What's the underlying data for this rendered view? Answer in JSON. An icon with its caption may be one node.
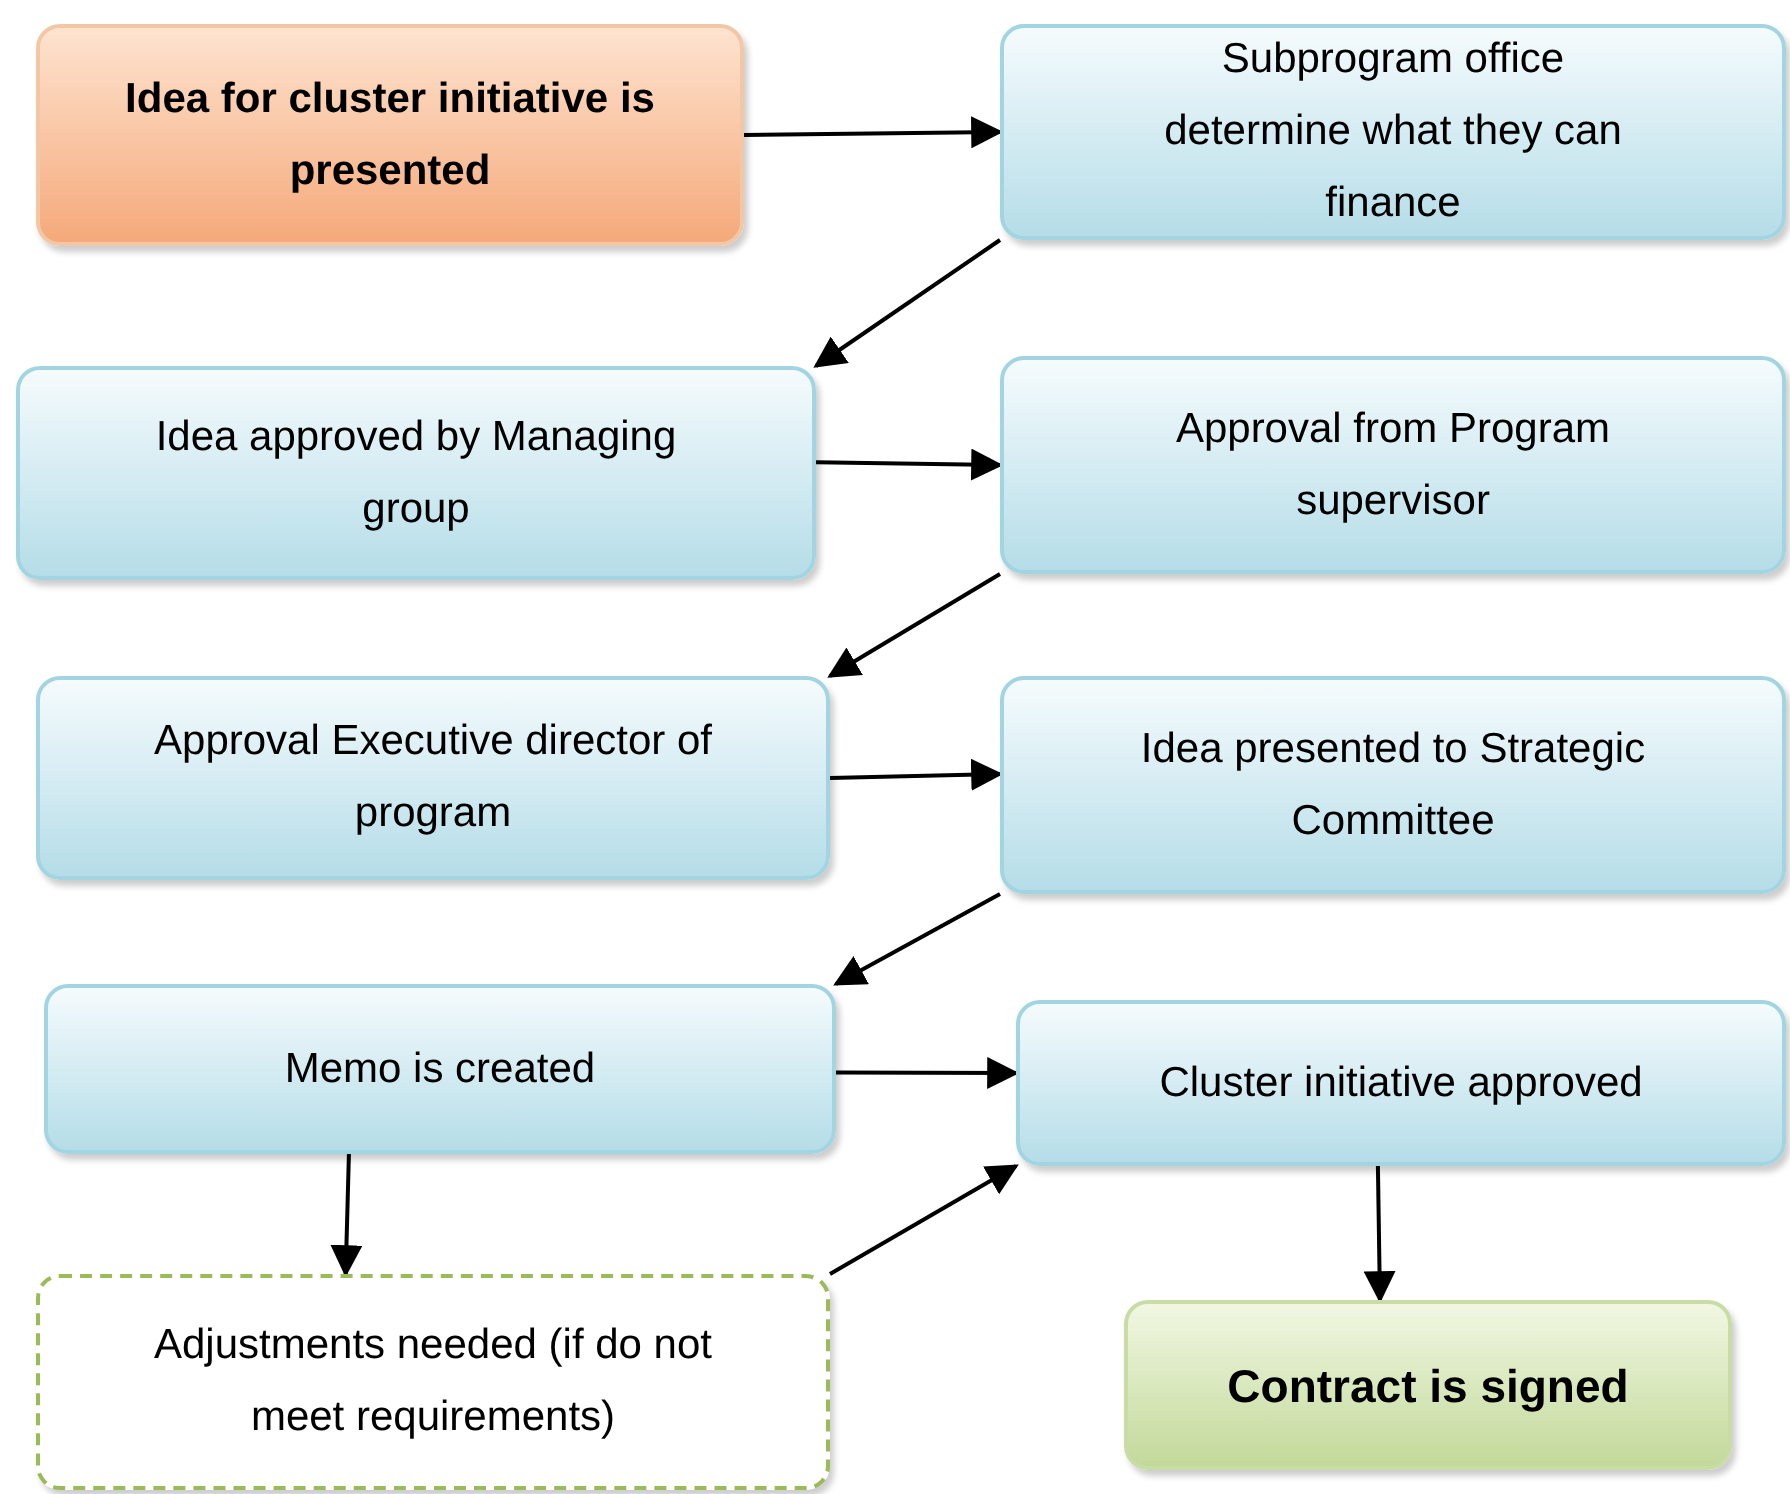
{
  "diagram": {
    "nodes": [
      {
        "text": [
          "Idea for cluster initiative is presented"
        ]
      },
      {
        "text": [
          "Subprogram office determine what they can finance"
        ]
      },
      {
        "text": [
          "Idea approved by Managing group"
        ]
      },
      {
        "text": [
          "Approval from Program supervisor"
        ]
      },
      {
        "text": [
          "Approval Executive director of program"
        ]
      },
      {
        "text": [
          "Idea presented to Strategic Committee"
        ]
      },
      {
        "text": [
          "Memo is created"
        ]
      },
      {
        "text": [
          "Cluster initiative approved"
        ]
      },
      {
        "text": [
          "Adjustments needed (if do not meet requirements)"
        ]
      },
      {
        "text": [
          "Contract is signed"
        ]
      }
    ],
    "edges": [
      {
        "from": 0,
        "to": 1,
        "arrow": "to"
      },
      {
        "from": 1,
        "to": 2,
        "arrow": "to"
      },
      {
        "from": 2,
        "to": 3,
        "arrow": "to"
      },
      {
        "from": 3,
        "to": 4,
        "arrow": "to"
      },
      {
        "from": 4,
        "to": 5,
        "arrow": "to"
      },
      {
        "from": 5,
        "to": 6,
        "arrow": "to"
      },
      {
        "from": 6,
        "to": 7,
        "arrow": "to"
      },
      {
        "from": 6,
        "to": 8,
        "arrow": "to"
      },
      {
        "from": 8,
        "to": 7,
        "arrow": "to"
      },
      {
        "from": 7,
        "to": 9,
        "arrow": "to"
      }
    ]
  }
}
